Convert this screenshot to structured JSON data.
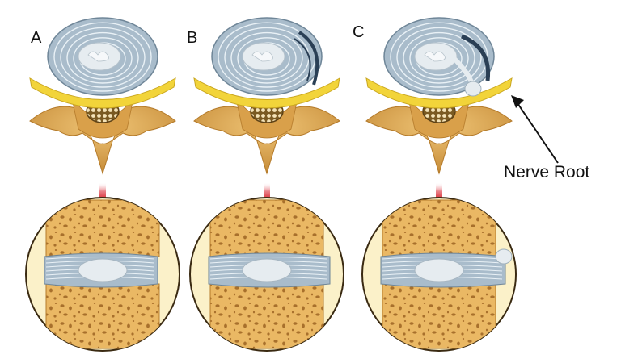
{
  "panels": [
    {
      "label": "A",
      "state": "normal"
    },
    {
      "label": "B",
      "state": "bulging"
    },
    {
      "label": "C",
      "state": "herniated"
    }
  ],
  "annotation": {
    "text": "Nerve Root"
  },
  "colors": {
    "annulus": "#a9bccb",
    "annulus_ring": "#e9f1f6",
    "nucleus": "#e6ecf0",
    "nerve": "#f2d43a",
    "bone": "#e9b35f",
    "bone_dark": "#b47a2a",
    "arrow": "#e0303a",
    "tear": "#2a3f55"
  }
}
